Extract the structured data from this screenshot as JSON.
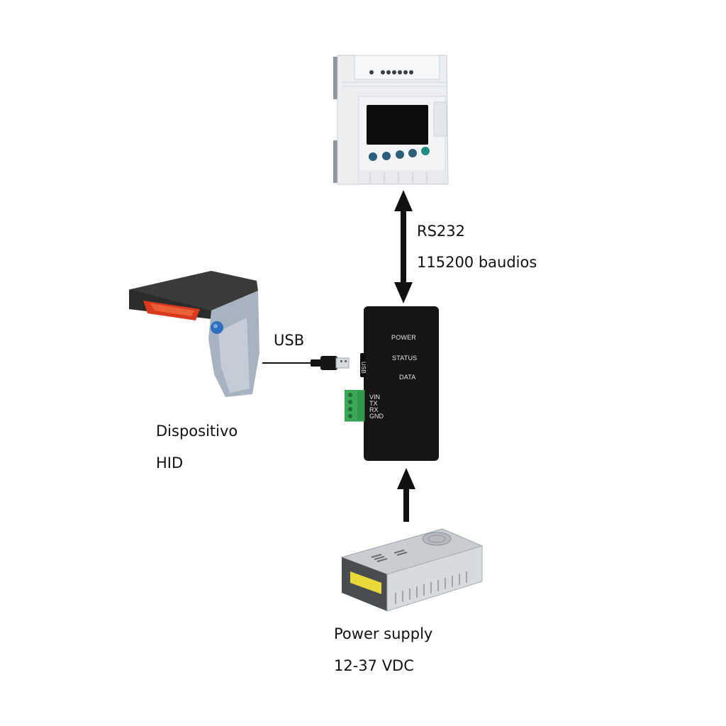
{
  "diagram": {
    "plc": {
      "image_name": "plc-controller-image"
    },
    "rs232_link": {
      "protocol_label": "RS232",
      "baud_label": "115200 baudios"
    },
    "scanner": {
      "image_name": "barcode-scanner-image",
      "label_line1": "Dispositivo",
      "label_line2": "HID"
    },
    "usb_link": {
      "label": "USB"
    },
    "converter": {
      "image_name": "converter-module-image",
      "leds": [
        "POWER",
        "STATUS",
        "DATA"
      ],
      "usb_port_label": "USB",
      "terminal_pins": [
        "VIN",
        "TX",
        "RX",
        "GND"
      ]
    },
    "power_supply": {
      "image_name": "power-supply-image",
      "label_line1": "Power supply",
      "label_line2": "12-37 VDC"
    },
    "colors": {
      "arrow": "#111111",
      "converter_body": "#151515",
      "terminal_green": "#3aa856",
      "plc_body": "#eef0f2",
      "plc_screen": "#0c0c0c",
      "plc_buttons": "#2e5f7a",
      "scanner_window": "#d93a1e",
      "scanner_trigger": "#2f6fc0",
      "psu_label": "#e8d83a"
    }
  }
}
